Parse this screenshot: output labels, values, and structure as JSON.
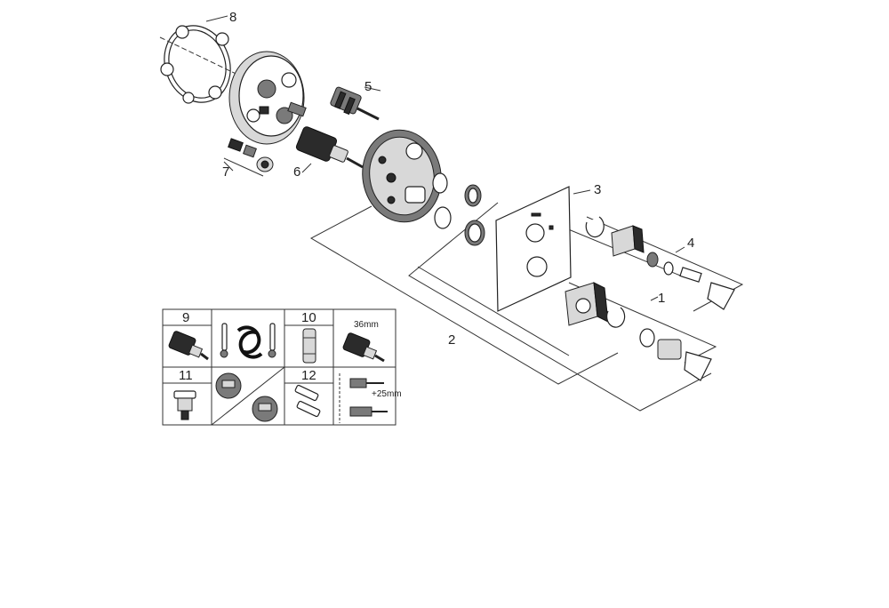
{
  "callouts": {
    "c1": "1",
    "c2": "2",
    "c3": "3",
    "c4": "4",
    "c5": "5",
    "c6": "6",
    "c7": "7",
    "c8": "8"
  },
  "table": {
    "n9": "9",
    "n10": "10",
    "n11": "11",
    "n12": "12",
    "wrench_size": "36mm",
    "extension": "+25mm"
  }
}
